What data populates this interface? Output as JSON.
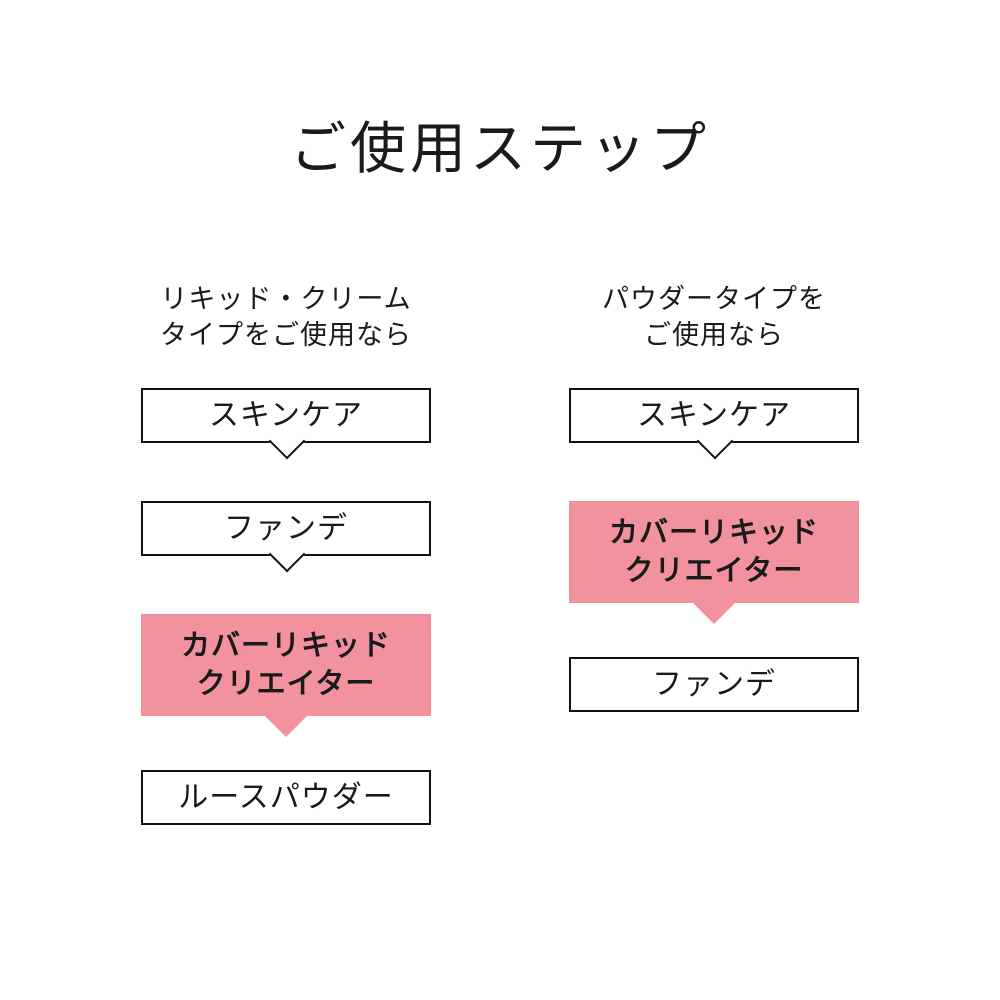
{
  "title": "ご使用ステップ",
  "colors": {
    "highlight_pink": "#f2929e",
    "line_black": "#111111",
    "text_black": "#1a1a1a",
    "background": "#ffffff"
  },
  "columns": [
    {
      "header": "リキッド・クリーム\nタイプをご使用なら",
      "steps": [
        {
          "label": "スキンケア",
          "style": "outline"
        },
        {
          "label": "ファンデ",
          "style": "outline"
        },
        {
          "label": "カバーリキッド\nクリエイター",
          "style": "highlight"
        },
        {
          "label": "ルースパウダー",
          "style": "outline"
        }
      ]
    },
    {
      "header": "パウダータイプを\nご使用なら",
      "steps": [
        {
          "label": "スキンケア",
          "style": "outline"
        },
        {
          "label": "カバーリキッド\nクリエイター",
          "style": "highlight"
        },
        {
          "label": "ファンデ",
          "style": "outline"
        }
      ]
    }
  ]
}
